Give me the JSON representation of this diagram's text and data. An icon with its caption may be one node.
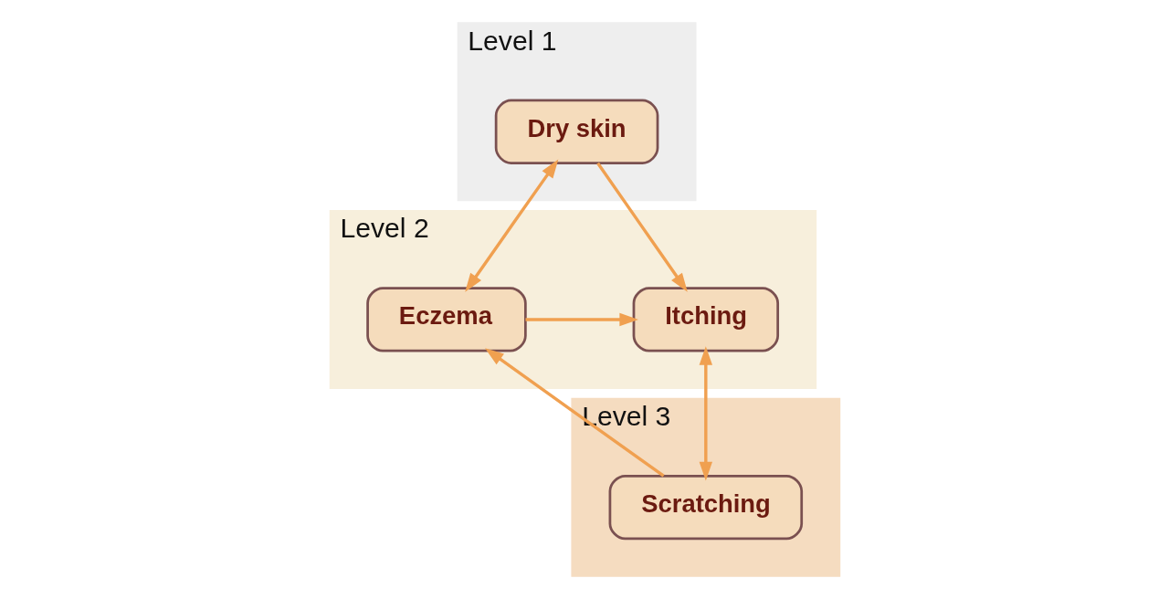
{
  "diagram": {
    "nodes": [
      {
        "text": [
          "Level 1"
        ]
      },
      {
        "text": [
          "Dry skin"
        ],
        "in": 0
      },
      {
        "text": [
          "Level 2"
        ]
      },
      {
        "text": [
          "Eczema"
        ],
        "in": 2
      },
      {
        "text": [
          "Itching"
        ],
        "in": 2
      },
      {
        "text": [
          "Level 3"
        ]
      },
      {
        "text": [
          "Scratching"
        ],
        "in": 5
      }
    ],
    "edges": [
      {
        "from": 1,
        "to": 3,
        "arrow": "both"
      },
      {
        "from": 1,
        "to": 4,
        "arrow": "to"
      },
      {
        "from": 3,
        "to": 4,
        "arrow": "to"
      },
      {
        "from": 4,
        "to": 6,
        "arrow": "both"
      },
      {
        "from": 6,
        "to": 3,
        "arrow": "to"
      }
    ]
  }
}
